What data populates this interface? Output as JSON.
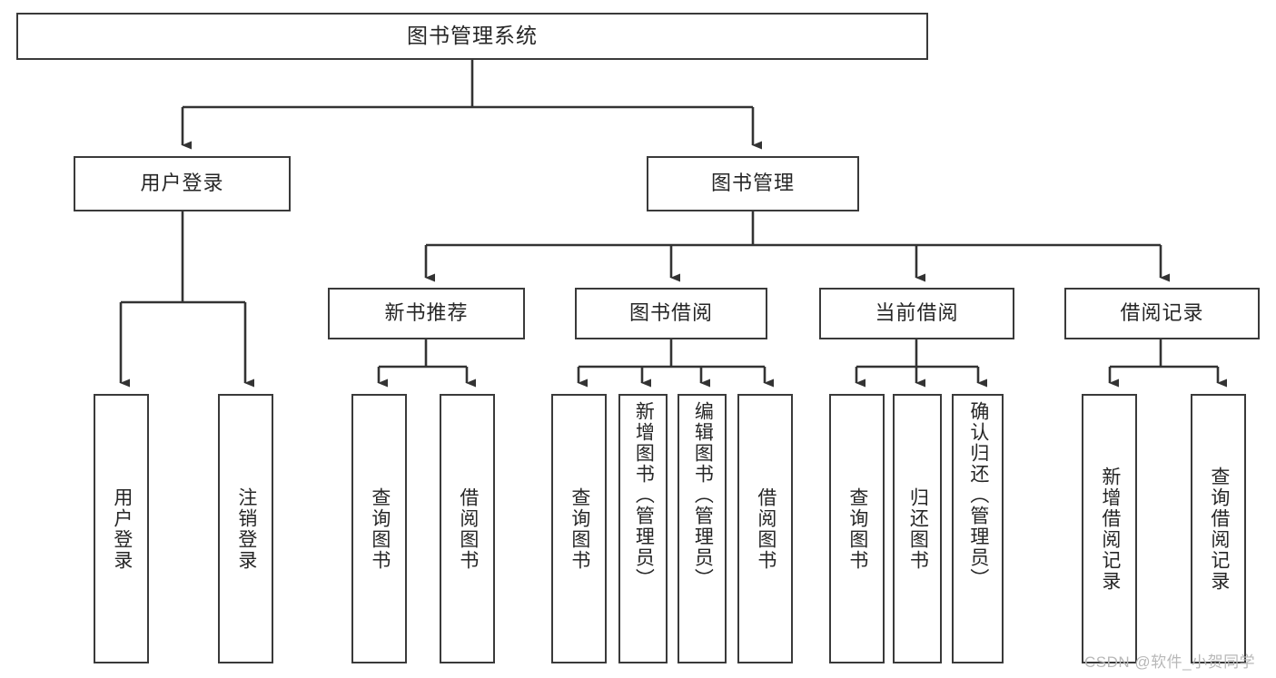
{
  "diagram": {
    "title": "图书管理系统",
    "watermark": "CSDN @软件_小贺同学",
    "accent_color": "#3a3a3a",
    "background_color": "#ffffff",
    "text_color": "#262626",
    "watermark_color": "#b8b8b8",
    "levels": {
      "root": "图书管理系统",
      "level2": [
        "用户登录",
        "图书管理"
      ],
      "level3": [
        "新书推荐",
        "图书借阅",
        "当前借阅",
        "借阅记录"
      ]
    },
    "nodes": {
      "root": {
        "label": "图书管理系统"
      },
      "user_login": {
        "label": "用户登录"
      },
      "book_manage": {
        "label": "图书管理"
      },
      "new_book_rec": {
        "label": "新书推荐"
      },
      "book_borrow": {
        "label": "图书借阅"
      },
      "current_borrow": {
        "label": "当前借阅"
      },
      "borrow_record": {
        "label": "借阅记录"
      }
    },
    "leaves": {
      "user_login_children": [
        {
          "label": "用户登录"
        },
        {
          "label": "注销登录"
        }
      ],
      "new_book_rec_children": [
        {
          "label": "查询图书"
        },
        {
          "label": "借阅图书"
        }
      ],
      "book_borrow_children": [
        {
          "label": "查询图书"
        },
        {
          "label": "新增图书（管理员）"
        },
        {
          "label": "编辑图书（管理员）"
        },
        {
          "label": "借阅图书"
        }
      ],
      "current_borrow_children": [
        {
          "label": "查询图书"
        },
        {
          "label": "归还图书"
        },
        {
          "label": "确认归还（管理员）"
        }
      ],
      "borrow_record_children": [
        {
          "label": "新增借阅记录"
        },
        {
          "label": "查询借阅记录"
        }
      ]
    }
  }
}
